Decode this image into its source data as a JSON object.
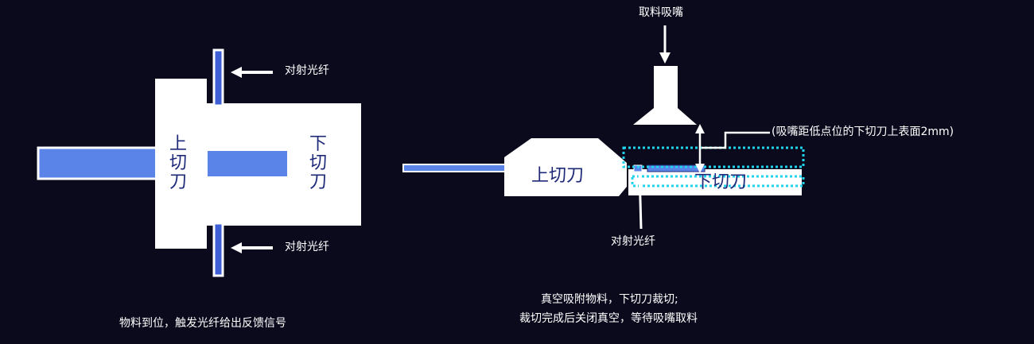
{
  "left": {
    "upper_blade": "上切刀",
    "lower_blade": "下切刀",
    "fiber_top": "对射光纤",
    "fiber_bottom": "对射光纤",
    "caption": "物料到位，触发光纤给出反馈信号"
  },
  "right": {
    "nozzle": "取料吸嘴",
    "distance_note": "(吸嘴距低点位的下切刀上表面2mm)",
    "upper_blade": "上切刀",
    "lower_blade": "下切刀",
    "fiber": "对射光纤",
    "caption_line1": "真空吸附物料，下切刀裁切;",
    "caption_line2": "裁切完成后关闭真空，等待吸嘴取料"
  },
  "colors": {
    "background": "#0a0a1c",
    "material_blue": "#5b84e8",
    "blade_text": "#1e2a78",
    "fiber_blue": "#3e5fd6",
    "vacuum_dotted": "#22d3ee"
  }
}
